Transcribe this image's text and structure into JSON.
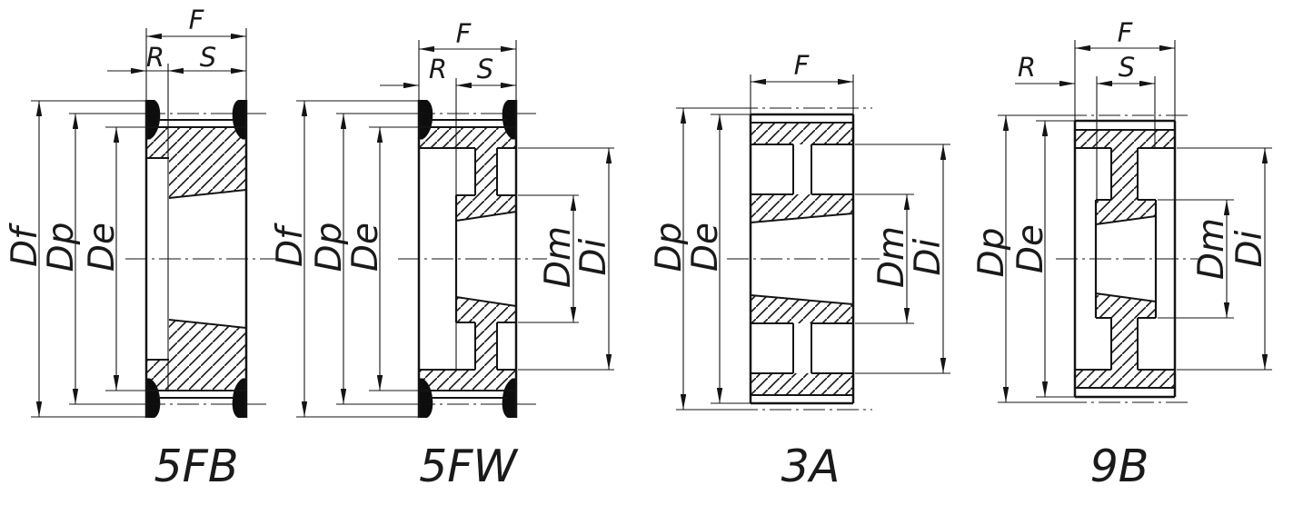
{
  "drawing": {
    "type": "technical-drawing",
    "subject": "timing belt pulley cross sections",
    "line_color": "#141414",
    "background": "#ffffff"
  },
  "figures": [
    {
      "caption": "5FB",
      "dims": {
        "F": "F",
        "R": "R",
        "S": "S",
        "Df": "Df",
        "Dp": "Dp",
        "De": "De"
      }
    },
    {
      "caption": "5FW",
      "dims": {
        "F": "F",
        "R": "R",
        "S": "S",
        "Df": "Df",
        "Dp": "Dp",
        "De": "De",
        "Dm": "Dm",
        "Di": "Di"
      }
    },
    {
      "caption": "3A",
      "dims": {
        "F": "F",
        "Dp": "Dp",
        "De": "De",
        "Dm": "Dm",
        "Di": "Di"
      }
    },
    {
      "caption": "9B",
      "dims": {
        "F": "F",
        "R": "R",
        "S": "S",
        "Dp": "Dp",
        "De": "De",
        "Dm": "Dm",
        "Di": "Di"
      }
    }
  ]
}
